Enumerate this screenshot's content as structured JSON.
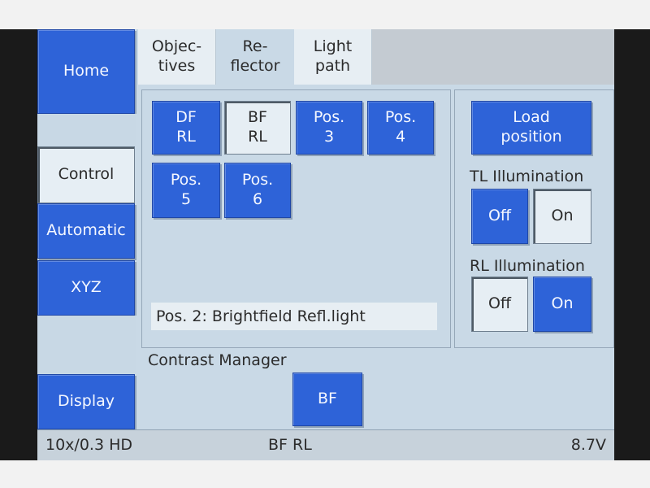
{
  "nav": {
    "items": [
      {
        "label": "Home",
        "state": "inactive"
      },
      {
        "label": "Control",
        "state": "selected"
      },
      {
        "label": "Automatic",
        "state": "inactive"
      },
      {
        "label": "XYZ",
        "state": "inactive"
      },
      {
        "label": "Display",
        "state": "inactive"
      }
    ]
  },
  "tabs": [
    {
      "label": "Objec-\ntives",
      "active": false
    },
    {
      "label": "Re-\nflector",
      "active": true
    },
    {
      "label": "Light\npath",
      "active": false
    }
  ],
  "reflector": {
    "positions": [
      {
        "label": "DF\nRL",
        "selected": false
      },
      {
        "label": "BF\nRL",
        "selected": true
      },
      {
        "label": "Pos.\n3",
        "selected": false
      },
      {
        "label": "Pos.\n4",
        "selected": false
      },
      {
        "label": "Pos.\n5",
        "selected": false
      },
      {
        "label": "Pos.\n6",
        "selected": false
      }
    ],
    "status": "Pos. 2: Brightfield Refl.light"
  },
  "right_panel": {
    "load_position": "Load\nposition",
    "tl_illumination": {
      "label": "TL Illumination",
      "off": "Off",
      "on": "On",
      "state": "off"
    },
    "rl_illumination": {
      "label": "RL Illumination",
      "off": "Off",
      "on": "On",
      "state": "on"
    }
  },
  "contrast_manager": {
    "label": "Contrast Manager",
    "button": "BF"
  },
  "status_bar": {
    "objective": "10x/0.3 HD",
    "reflector": "BF RL",
    "voltage": "8.7V"
  },
  "colors": {
    "button_blue": "#2e63d8",
    "screen_bg": "#c9d9e6",
    "selected_bg": "#e6eef4"
  }
}
